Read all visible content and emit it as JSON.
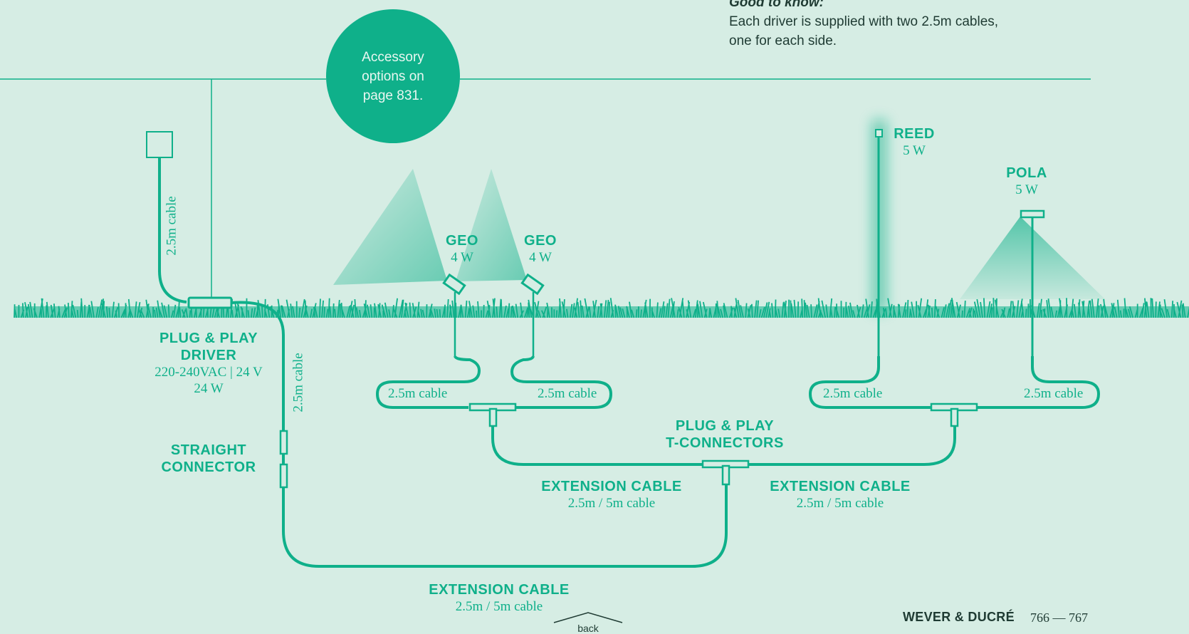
{
  "note": {
    "heading": "Good to know:",
    "text_line1": "Each driver is supplied with two 2.5m cables,",
    "text_line2": "one for each side."
  },
  "bubble": {
    "text": "Accessory options on page 831."
  },
  "labels": {
    "plug_play_driver": {
      "line1": "PLUG & PLAY",
      "line2": "DRIVER",
      "spec1": "220-240VAC | 24 V",
      "spec2": "24 W"
    },
    "straight_connector": {
      "line1": "STRAIGHT",
      "line2": "CONNECTOR"
    },
    "plug_play_t": {
      "line1": "PLUG & PLAY",
      "line2": "T-CONNECTORS"
    },
    "ext_left": {
      "title": "EXTENSION CABLE",
      "spec": "2.5m / 5m cable"
    },
    "ext_right": {
      "title": "EXTENSION CABLE",
      "spec": "2.5m / 5m cable"
    },
    "ext_bottom": {
      "title": "EXTENSION CABLE",
      "spec": "2.5m / 5m cable"
    },
    "geo1": {
      "name": "GEO",
      "power": "4 W"
    },
    "geo2": {
      "name": "GEO",
      "power": "4 W"
    },
    "reed": {
      "name": "REED",
      "power": "5 W"
    },
    "pola": {
      "name": "POLA",
      "power": "5 W"
    },
    "cable_vertical_top": "2.5m cable",
    "cable_vertical_mid": "2.5m cable",
    "cable_geo_left": "2.5m cable",
    "cable_geo_right": "2.5m cable",
    "cable_reed": "2.5m cable",
    "cable_pola": "2.5m cable"
  },
  "footer": {
    "brand": "WEVER & DUCRÉ",
    "pages": "766 — 767",
    "back": "back"
  },
  "colors": {
    "background": "#d6ede4",
    "accent": "#0fb08a",
    "text_dark": "#1f3b33"
  }
}
